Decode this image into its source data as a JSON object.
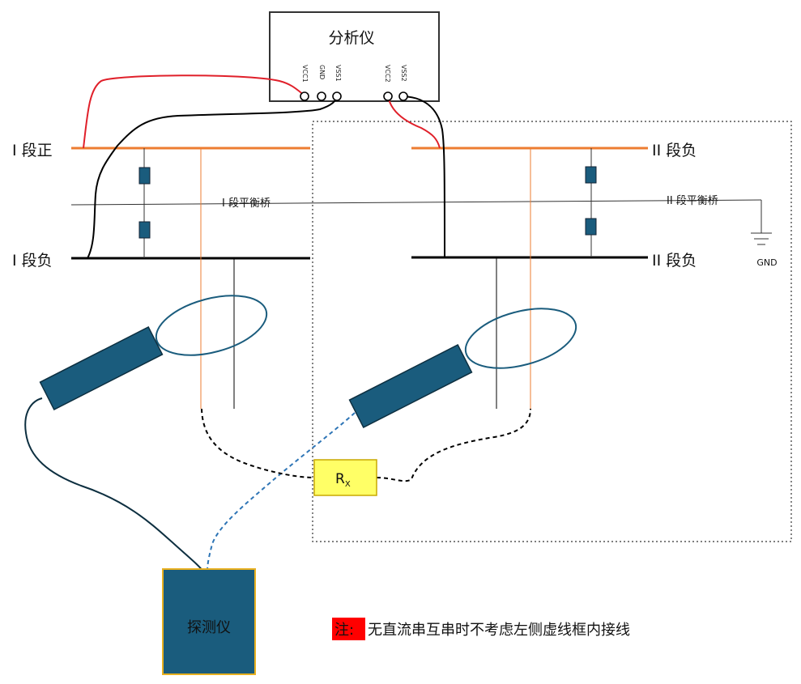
{
  "analyzer": {
    "title": "分析仪",
    "pins": [
      "VCC1",
      "GND",
      "VSS1",
      "VCC2",
      "VSS2"
    ]
  },
  "bus": {
    "seg1_pos": "I 段正",
    "seg1_neg": "I 段负",
    "seg2_pos": "II 段负",
    "seg2_neg": "II 段负",
    "seg1_balance": "I 段平衡桥",
    "seg2_balance": "II 段平衡桥"
  },
  "ground": {
    "label": "GND"
  },
  "resistor": {
    "main": "R",
    "sub": "X"
  },
  "detector": {
    "label": "探测仪"
  },
  "note": {
    "prefix": "注:",
    "text": "无直流串互串时不考虑左侧虚线框内接线"
  },
  "colors": {
    "positive_bus": "#ED7D31",
    "negative_bus": "#000000",
    "red_wire": "#E0202A",
    "probe_fill": "#1A5C7D",
    "resistor_fill": "#FFFF66",
    "note_highlight": "#FF0000"
  }
}
